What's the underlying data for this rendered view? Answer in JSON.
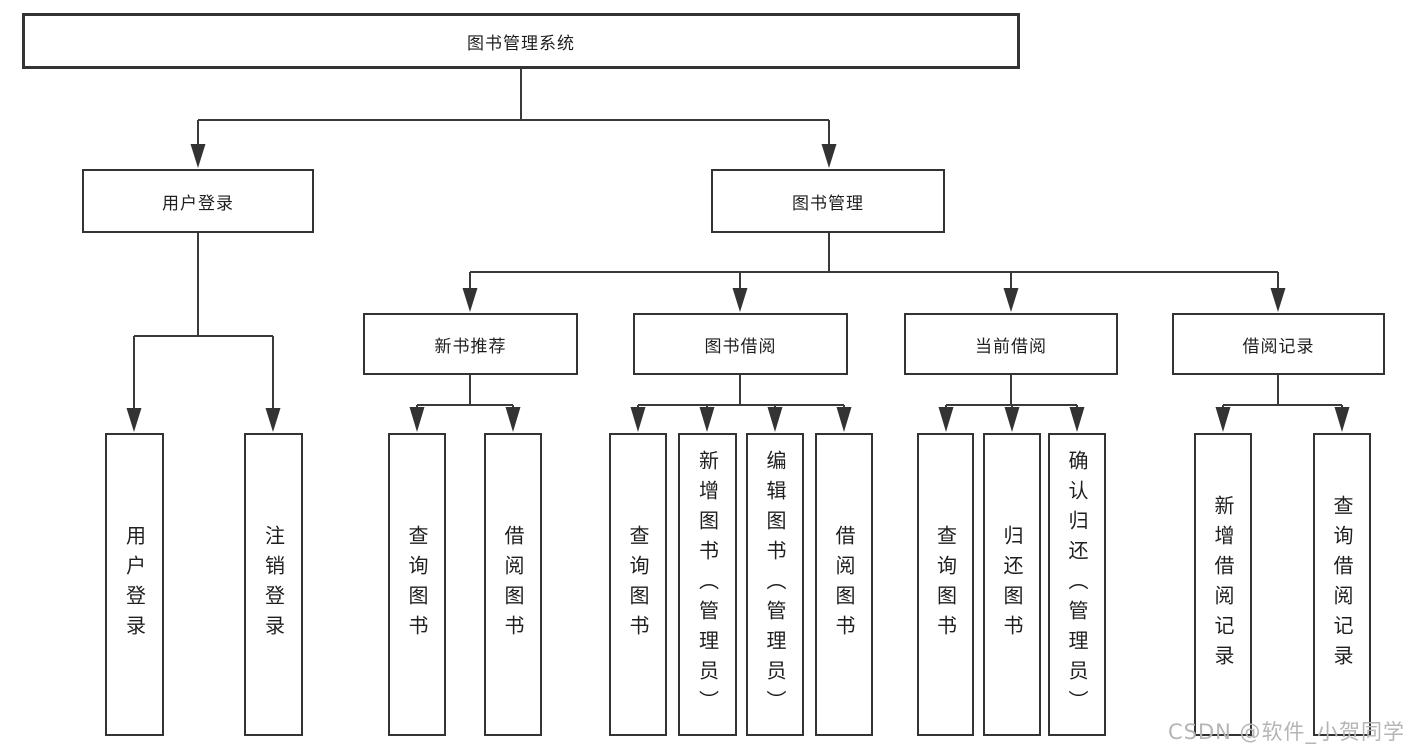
{
  "diagram": {
    "type": "hierarchy-tree",
    "title": "图书管理系统",
    "level2": [
      {
        "id": "user-login",
        "label": "用户登录",
        "parent": "图书管理系统"
      },
      {
        "id": "book-management",
        "label": "图书管理",
        "parent": "图书管理系统"
      }
    ],
    "level3": [
      {
        "id": "new-book-recommend",
        "label": "新书推荐",
        "parent": "图书管理"
      },
      {
        "id": "book-borrow",
        "label": "图书借阅",
        "parent": "图书管理"
      },
      {
        "id": "current-borrow",
        "label": "当前借阅",
        "parent": "图书管理"
      },
      {
        "id": "borrow-records",
        "label": "借阅记录",
        "parent": "图书管理"
      }
    ],
    "leaves": [
      {
        "id": "leaf-user-login",
        "label": "用户登录",
        "parent": "用户登录"
      },
      {
        "id": "leaf-logout",
        "label": "注销登录",
        "parent": "用户登录"
      },
      {
        "id": "leaf-query-book-1",
        "label": "查询图书",
        "parent": "新书推荐"
      },
      {
        "id": "leaf-borrow-book-1",
        "label": "借阅图书",
        "parent": "新书推荐"
      },
      {
        "id": "leaf-query-book-2",
        "label": "查询图书",
        "parent": "图书借阅"
      },
      {
        "id": "leaf-add-book-admin",
        "label": "新增图书（管理员）",
        "parent": "图书借阅"
      },
      {
        "id": "leaf-edit-book-admin",
        "label": "编辑图书（管理员）",
        "parent": "图书借阅"
      },
      {
        "id": "leaf-borrow-book-2",
        "label": "借阅图书",
        "parent": "图书借阅"
      },
      {
        "id": "leaf-query-book-3",
        "label": "查询图书",
        "parent": "当前借阅"
      },
      {
        "id": "leaf-return-book",
        "label": "归还图书",
        "parent": "当前借阅"
      },
      {
        "id": "leaf-confirm-return-admin",
        "label": "确认归还（管理员）",
        "parent": "当前借阅"
      },
      {
        "id": "leaf-add-borrow-record",
        "label": "新增借阅记录",
        "parent": "借阅记录"
      },
      {
        "id": "leaf-query-borrow-record",
        "label": "查询借阅记录",
        "parent": "借阅记录"
      }
    ]
  },
  "watermark": {
    "text": "CSDN @软件_小贺同学",
    "color": "#b5b5b5"
  },
  "colors": {
    "line": "#3a3a3a",
    "box_border": "#333333",
    "box_background": "#ffffff",
    "text": "#1f1f1f"
  }
}
